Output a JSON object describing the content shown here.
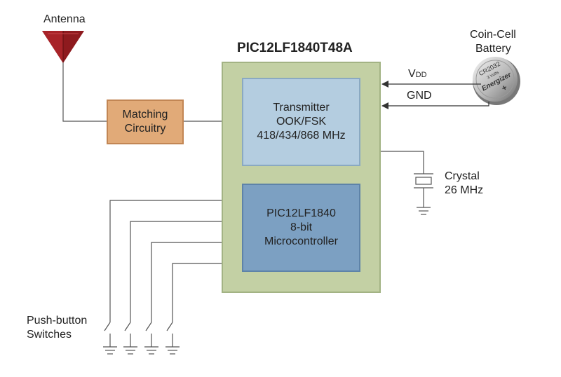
{
  "diagram": {
    "title": "PIC12LF1840T48A",
    "antenna_label": "Antenna",
    "battery_label": [
      "Coin-Cell",
      "Battery"
    ],
    "battery_marking": [
      "CR2032",
      "3 Volts",
      "Energizer",
      "+"
    ],
    "vdd_label": {
      "main": "V",
      "sub": "DD"
    },
    "gnd_label": "GND",
    "matching_lines": [
      "Matching",
      "Circuitry"
    ],
    "transmitter_lines": [
      "Transmitter",
      "OOK/FSK",
      "418/434/868 MHz"
    ],
    "mcu_lines": [
      "PIC12LF1840",
      "8-bit",
      "Microcontroller"
    ],
    "crystal_label": [
      "Crystal",
      "26 MHz"
    ],
    "switches_label": [
      "Push-button",
      "Switches"
    ]
  },
  "colors": {
    "chip_fill": "#c3d0a4",
    "transmitter_fill": "#b4cde0",
    "mcu_fill": "#7ca0c2",
    "matching_fill": "#e1aa78",
    "antenna_fill": "#8e1a1e",
    "wire": "#555555"
  }
}
